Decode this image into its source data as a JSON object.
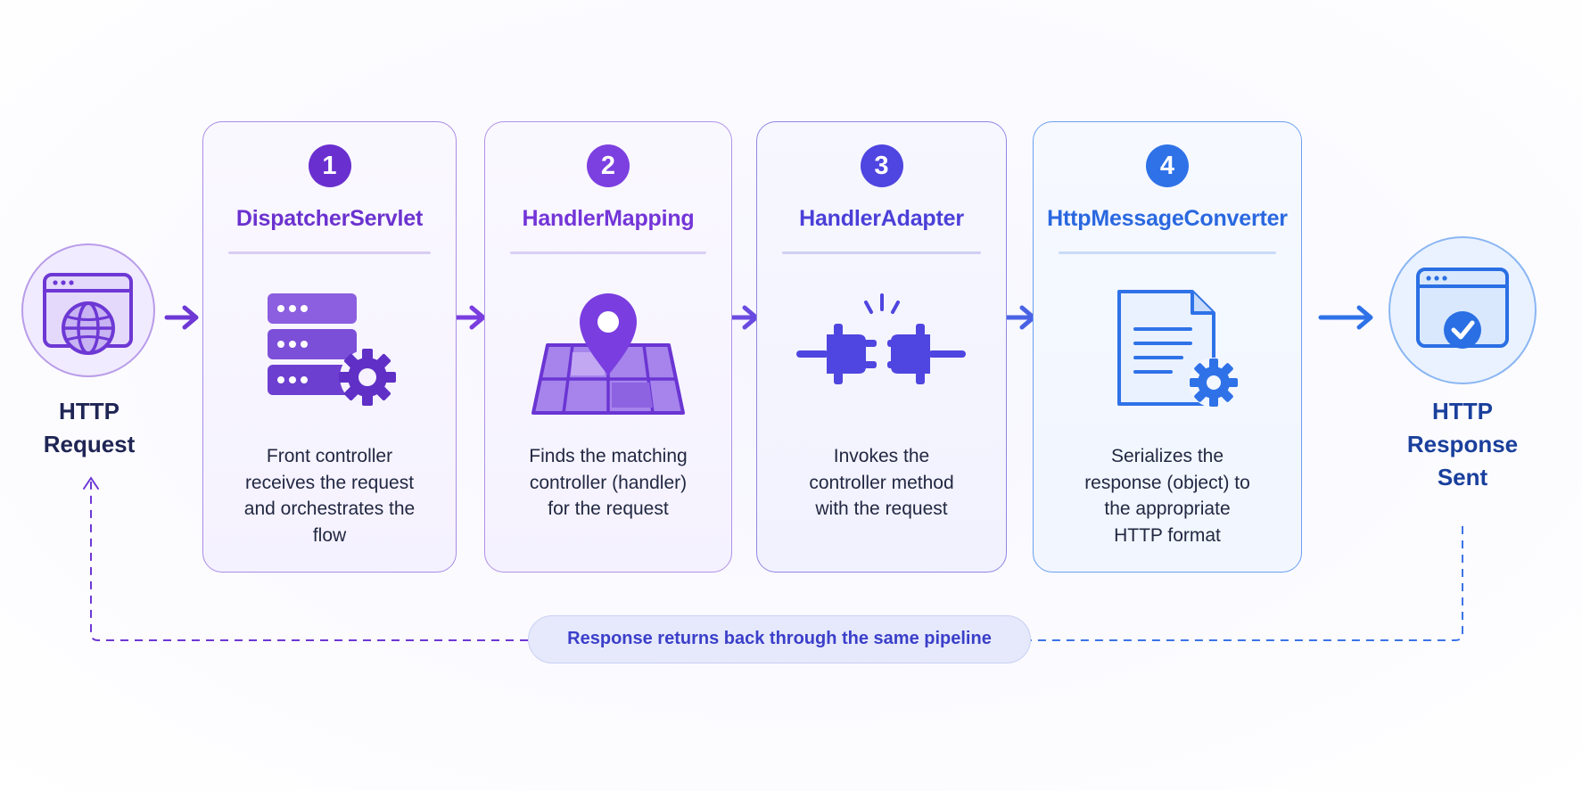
{
  "request": {
    "line1": "HTTP",
    "line2": "Request"
  },
  "response": {
    "line1": "HTTP",
    "line2": "Response",
    "line3": "Sent"
  },
  "steps": [
    {
      "number": "1",
      "title": "DispatcherServlet",
      "desc": [
        "Front controller",
        "receives the request",
        "and orchestrates the",
        "flow"
      ],
      "icon": "server-gear-icon"
    },
    {
      "number": "2",
      "title": "HandlerMapping",
      "desc": [
        "Finds the matching",
        "controller (handler)",
        "for the request"
      ],
      "icon": "map-pin-icon"
    },
    {
      "number": "3",
      "title": "HandlerAdapter",
      "desc": [
        "Invokes the",
        "controller method",
        "with the request"
      ],
      "icon": "plug-adapter-icon"
    },
    {
      "number": "4",
      "title": "HttpMessageConverter",
      "desc": [
        "Serializes the",
        "response (object) to",
        "the appropriate",
        "HTTP format"
      ],
      "icon": "document-gear-icon"
    }
  ],
  "return_path": {
    "label": "Response returns back through the same pipeline"
  },
  "colors": {
    "purple": "#6a2fcf",
    "violet": "#7c3fe0",
    "indigo": "#4f45e0",
    "blue": "#2f72e8",
    "text": "#222842"
  }
}
